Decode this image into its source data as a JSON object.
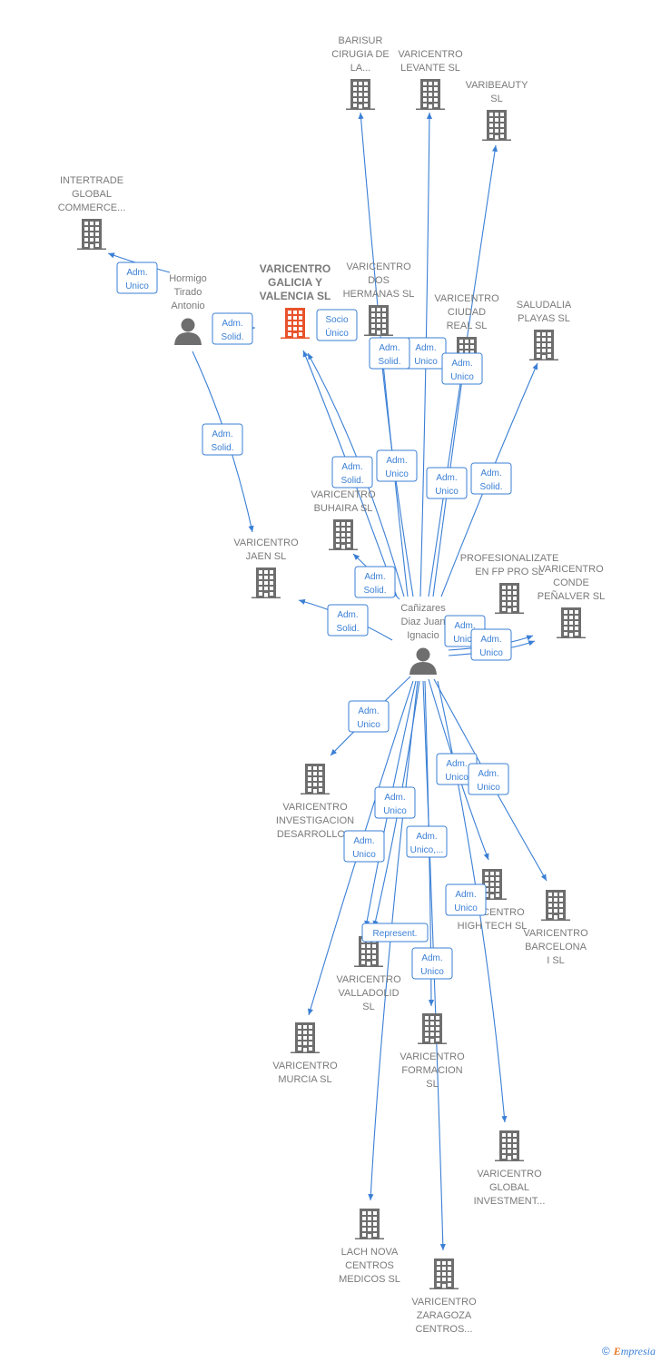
{
  "colors": {
    "accent": "#3a7fd5",
    "focus": "#e8532b",
    "node": "#6e6e6e",
    "label": "#7a7a7a"
  },
  "watermark": {
    "symbol": "©",
    "brand_initial": "E",
    "brand_rest": "mpresia"
  },
  "nodes": {
    "barisur": {
      "kind": "company",
      "lines": [
        "BARISUR",
        "CIRUGIA DE",
        "LA..."
      ]
    },
    "levante": {
      "kind": "company",
      "lines": [
        "VARICENTRO",
        "LEVANTE  SL"
      ]
    },
    "varibeauty": {
      "kind": "company",
      "lines": [
        "VARIBEAUTY",
        "SL"
      ]
    },
    "intertrade": {
      "kind": "company",
      "lines": [
        "INTERTRADE",
        "GLOBAL",
        "COMMERCE..."
      ]
    },
    "hormigo": {
      "kind": "person",
      "lines": [
        "Hormigo",
        "Tirado",
        "Antonio"
      ]
    },
    "galicia": {
      "kind": "focus",
      "lines": [
        "VARICENTRO",
        "GALICIA Y",
        "VALENCIA  SL"
      ]
    },
    "dos_hermanas": {
      "kind": "company",
      "lines": [
        "VARICENTRO",
        "DOS",
        "HERMANAS  SL"
      ]
    },
    "ciudad_real": {
      "kind": "company",
      "lines": [
        "VARICENTRO",
        "CIUDAD",
        "REAL  SL"
      ]
    },
    "saludalia": {
      "kind": "company",
      "lines": [
        "SALUDALIA",
        "PLAYAS  SL"
      ]
    },
    "buhaira": {
      "kind": "company",
      "lines": [
        "VARICENTRO",
        "BUHAIRA  SL"
      ]
    },
    "jaen": {
      "kind": "company",
      "lines": [
        "VARICENTRO",
        "JAEN  SL"
      ]
    },
    "profesionalizate": {
      "kind": "company",
      "lines": [
        "PROFESIONALIZATE",
        "EN FP PRO  SL"
      ]
    },
    "conde": {
      "kind": "company",
      "lines": [
        "VARICENTRO",
        "CONDE",
        "PEÑALVER  SL"
      ]
    },
    "canizares": {
      "kind": "person",
      "lines": [
        "Cañizares",
        "Diaz Juan",
        "Ignacio"
      ]
    },
    "investigacion": {
      "kind": "company",
      "lines": [
        "VARICENTRO",
        "INVESTIGACION",
        "DESARROLLO..."
      ]
    },
    "high_tech": {
      "kind": "company",
      "lines": [
        "VARICENTRO",
        "HIGH TECH  SL"
      ]
    },
    "barcelona": {
      "kind": "company",
      "lines": [
        "VARICENTRO",
        "BARCELONA",
        "I  SL"
      ]
    },
    "valladolid": {
      "kind": "company",
      "lines": [
        "VARICENTRO",
        "VALLADOLID",
        "SL"
      ]
    },
    "murcia": {
      "kind": "company",
      "lines": [
        "VARICENTRO",
        "MURCIA  SL"
      ]
    },
    "formacion": {
      "kind": "company",
      "lines": [
        "VARICENTRO",
        "FORMACION",
        "SL"
      ]
    },
    "global_investment": {
      "kind": "company",
      "lines": [
        "VARICENTRO",
        "GLOBAL",
        "INVESTMENT..."
      ]
    },
    "lach_nova": {
      "kind": "company",
      "lines": [
        "LACH NOVA",
        "CENTROS",
        "MEDICOS  SL"
      ]
    },
    "zaragoza": {
      "kind": "company",
      "lines": [
        "VARICENTRO",
        "ZARAGOZA",
        "CENTROS..."
      ]
    }
  },
  "relations": [
    {
      "from": "hormigo",
      "to": "intertrade",
      "lines": [
        "Adm.",
        "Unico"
      ]
    },
    {
      "from": "hormigo",
      "to": "galicia",
      "lines": [
        "Adm.",
        "Solid."
      ]
    },
    {
      "from": "hormigo",
      "to": "jaen",
      "lines": [
        "Adm.",
        "Solid."
      ]
    },
    {
      "from": "canizares",
      "to": "galicia",
      "lines": [
        "Adm.",
        "Solid."
      ]
    },
    {
      "from": "canizares",
      "to": "galicia",
      "lines": [
        "Socio",
        "Único"
      ]
    },
    {
      "from": "canizares",
      "to": "barisur",
      "lines": [
        "Adm.",
        "Unico"
      ]
    },
    {
      "from": "canizares",
      "to": "levante",
      "lines": [
        "Adm.",
        "Unico"
      ]
    },
    {
      "from": "canizares",
      "to": "varibeauty",
      "lines": [
        "Adm.",
        "Unico"
      ]
    },
    {
      "from": "canizares",
      "to": "dos_hermanas",
      "lines": [
        "Adm.",
        "Solid."
      ]
    },
    {
      "from": "canizares",
      "to": "ciudad_real",
      "lines": [
        "Adm.",
        "Unico"
      ]
    },
    {
      "from": "canizares",
      "to": "saludalia",
      "lines": [
        "Adm.",
        "Solid."
      ]
    },
    {
      "from": "canizares",
      "to": "buhaira",
      "lines": [
        "Adm.",
        "Solid."
      ]
    },
    {
      "from": "canizares",
      "to": "jaen",
      "lines": [
        "Adm.",
        "Solid."
      ]
    },
    {
      "from": "canizares",
      "to": "conde",
      "lines": [
        "Adm.",
        "Unico"
      ]
    },
    {
      "from": "canizares",
      "to": "conde",
      "lines": [
        "Adm.",
        "Unico"
      ]
    },
    {
      "from": "canizares",
      "to": "investigacion",
      "lines": [
        "Adm.",
        "Unico"
      ]
    },
    {
      "from": "canizares",
      "to": "high_tech",
      "lines": [
        "Adm.",
        "Unico"
      ]
    },
    {
      "from": "canizares",
      "to": "barcelona",
      "lines": [
        "Adm.",
        "Unico"
      ]
    },
    {
      "from": "canizares",
      "to": "valladolid",
      "lines": [
        "Adm.",
        "Unico"
      ]
    },
    {
      "from": "canizares",
      "to": "murcia",
      "lines": [
        "Adm.",
        "Unico"
      ]
    },
    {
      "from": "canizares",
      "to": "valladolid",
      "lines": [
        "Adm.",
        "Unico,..."
      ]
    },
    {
      "from": "canizares",
      "to": "global_investment",
      "lines": [
        "Adm.",
        "Unico"
      ]
    },
    {
      "from": "canizares",
      "to": "lach_nova",
      "lines": [
        "Represent."
      ]
    },
    {
      "from": "canizares",
      "to": "formacion",
      "lines": [
        "Adm.",
        "Unico"
      ]
    },
    {
      "from": "canizares",
      "to": "zaragoza",
      "lines": [
        "Adm.",
        "Unico"
      ]
    }
  ]
}
